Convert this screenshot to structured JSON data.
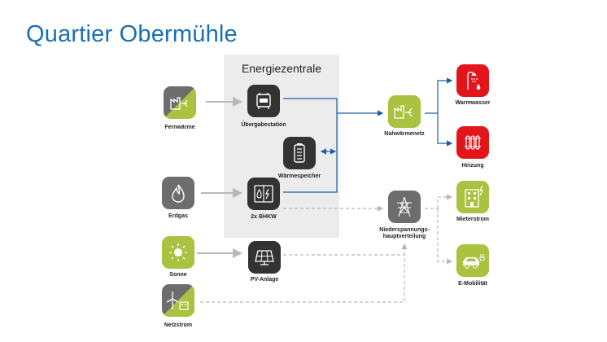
{
  "title": "Quartier Obermühle",
  "zentrale_title": "Energiezentrale",
  "nodes": {
    "fernwaerme": "Fernwärme",
    "erdgas": "Erdgas",
    "sonne": "Sonne",
    "netzstrom": "Netzstrom",
    "uebergabestation": "Übergabestation",
    "waermespeicher": "Wärmespeicher",
    "bhkw": "2x BHKW",
    "pv_anlage": "PV-Anlage",
    "nahwaermenetz": "Nahwärmenetz",
    "niederspannung_line1": "Niederspannungs-",
    "niederspannung_line2": "hauptverteilung",
    "warmwasser": "Warmwasser",
    "heizung": "Heizung",
    "mieterstrom": "Mieterstrom",
    "e_mobilitaet": "E-Mobilität"
  },
  "colors": {
    "title": "#1a6fb5",
    "heat_line": "#1a5ea8",
    "power_line": "#b8b8b8",
    "green": "#a9c23f",
    "red": "#e4141b",
    "dark": "#333333",
    "grey": "#6d6d6d"
  },
  "icons": {
    "fernwaerme": "factory-icon",
    "erdgas": "flame-icon",
    "sonne": "sun-icon",
    "netzstrom": "wind-turbine-icon",
    "uebergabestation": "station-icon",
    "waermespeicher": "battery-icon",
    "bhkw": "chp-icon",
    "pv_anlage": "solar-panel-icon",
    "nahwaermenetz": "heat-network-icon",
    "niederspannung": "power-pylon-icon",
    "warmwasser": "shower-icon",
    "heizung": "radiator-icon",
    "mieterstrom": "building-icon",
    "e_mobilitaet": "electric-car-icon"
  }
}
